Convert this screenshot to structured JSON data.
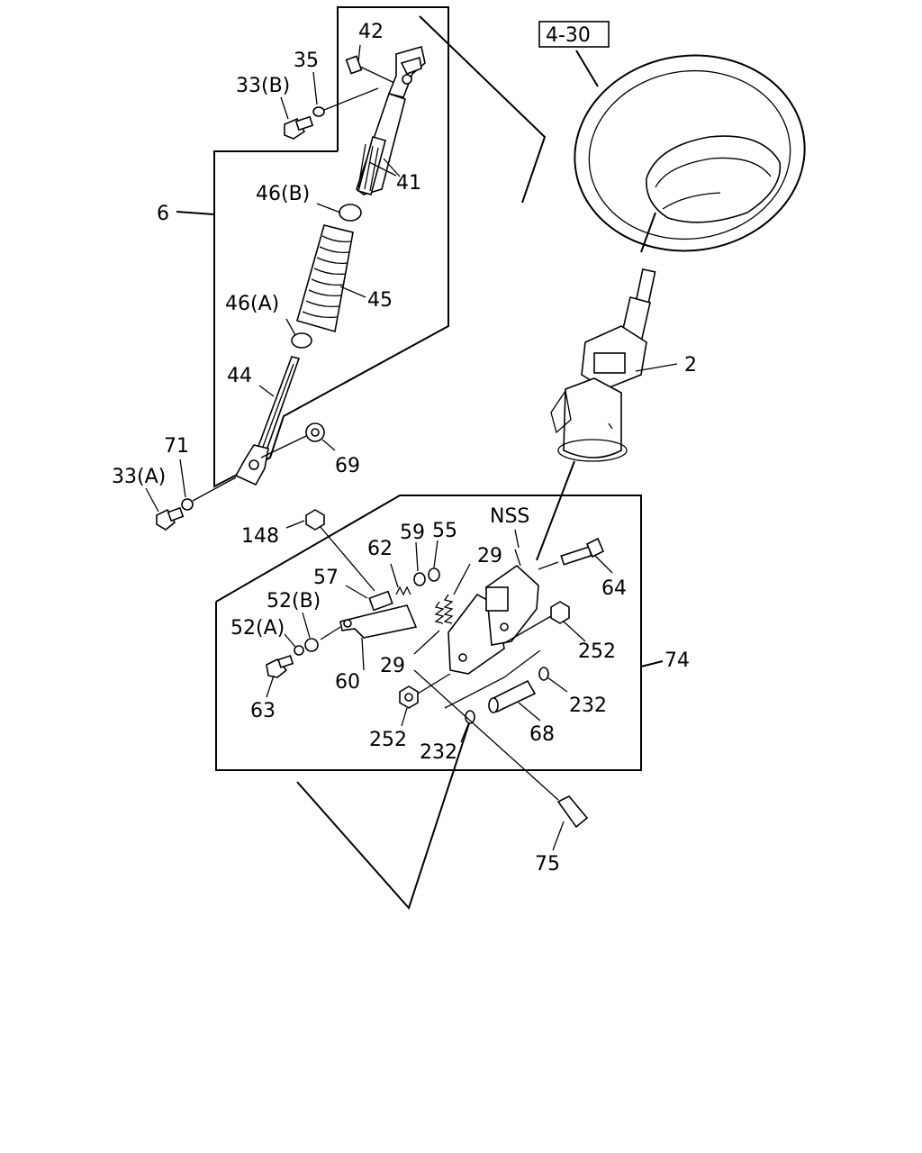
{
  "diagram": {
    "reference_box": "4-30",
    "labels": {
      "p42": "42",
      "p35": "35",
      "p33b": "33(B)",
      "p41": "41",
      "p46b": "46(B)",
      "p6": "6",
      "p45": "45",
      "p46a": "46(A)",
      "p44": "44",
      "p71": "71",
      "p33a": "33(A)",
      "p69": "69",
      "p2": "2",
      "pNSS": "NSS",
      "p148": "148",
      "p62": "62",
      "p59": "59",
      "p55": "55",
      "p29a": "29",
      "p64": "64",
      "p57": "57",
      "p52b": "52(B)",
      "p52a": "52(A)",
      "p29b": "29",
      "p252a": "252",
      "p74": "74",
      "p60": "60",
      "p63": "63",
      "p232a": "232",
      "p252b": "252",
      "p232b": "232",
      "p68": "68",
      "p75": "75"
    }
  }
}
